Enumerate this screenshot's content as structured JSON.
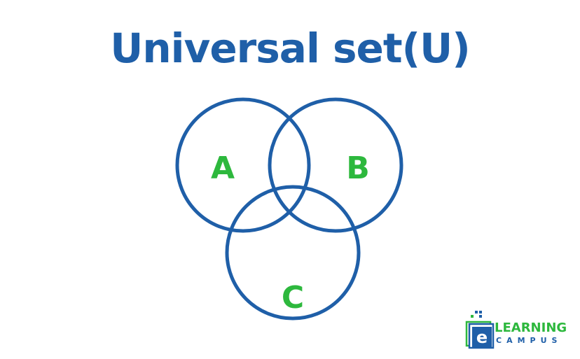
{
  "title": "Universal set(U)",
  "sets": [
    {
      "label": "A"
    },
    {
      "label": "B"
    },
    {
      "label": "C"
    }
  ],
  "logo": {
    "line1": "LEARNING",
    "line2": "CAMPUS",
    "letter": "e"
  },
  "colors": {
    "title": "#1f5fa8",
    "circle_stroke": "#1f5fa8",
    "set_label": "#2db83d",
    "logo_green": "#2db83d",
    "logo_blue": "#1f5fa8"
  }
}
